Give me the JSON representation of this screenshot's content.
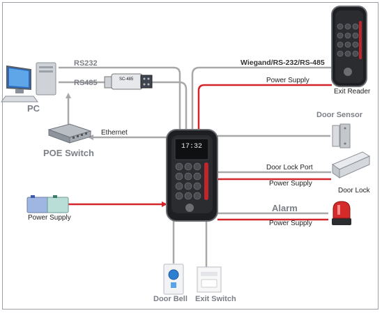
{
  "labels": {
    "rs232": "RS232",
    "rs485": "RS485",
    "converter": "SC-485",
    "pc": "PC",
    "ethernet": "Ethernet",
    "poe_switch": "POE Switch",
    "power_supply_left": "Power Supply",
    "wiegand": "Wiegand/RS-232/RS-485",
    "power_supply_reader": "Power Supply",
    "exit_reader": "Exit Reader",
    "door_sensor": "Door Sensor",
    "door_lock_port": "Door Lock Port",
    "power_supply_lock": "Power Supply",
    "door_lock": "Door Lock",
    "alarm": "Alarm",
    "power_supply_alarm": "Power Supply",
    "door_bell": "Door Bell",
    "exit_switch": "Exit Switch"
  },
  "device": {
    "time": "17:32"
  },
  "colors": {
    "data_line": "#a8a8a8",
    "power_line": "#d4252b",
    "label_gray": "#7b7f86"
  }
}
